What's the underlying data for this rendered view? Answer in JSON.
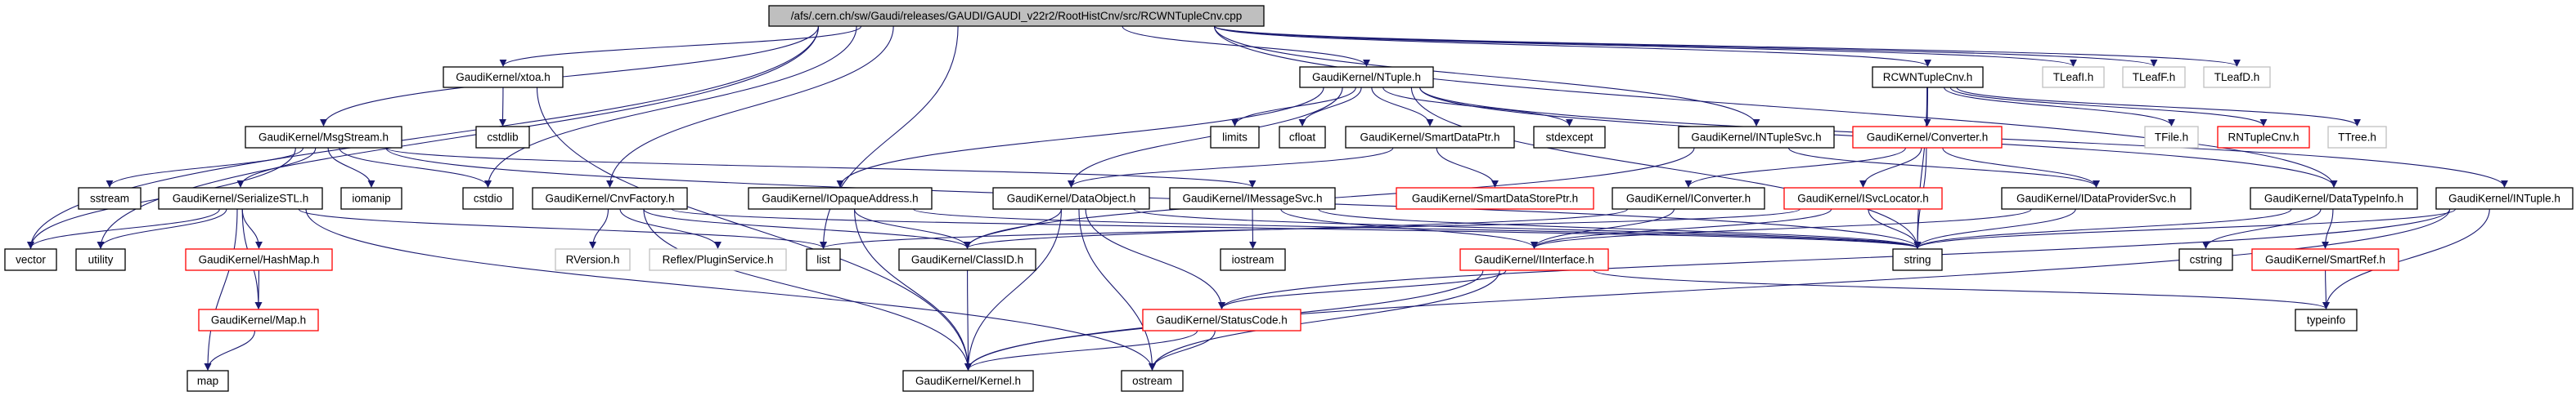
{
  "graph": {
    "edge_color": "#191970",
    "style_colors": {
      "root_fill": "#bfbfbf",
      "normal_border": "#000000",
      "truncated_border": "#ff0000",
      "undocumented_border": "#bfbfbf"
    },
    "nodes": [
      {
        "id": "root",
        "label": "/afs/.cern.ch/sw/Gaudi/releases/GAUDI/GAUDI_v22r2/RootHistCnv/src/RCWNTupleCnv.cpp",
        "style": "root"
      },
      {
        "id": "xtoa",
        "label": "GaudiKernel/xtoa.h",
        "style": "normal"
      },
      {
        "id": "NTuple",
        "label": "GaudiKernel/NTuple.h",
        "style": "normal"
      },
      {
        "id": "RCWNTupleCnv",
        "label": "RCWNTupleCnv.h",
        "style": "normal"
      },
      {
        "id": "TLeafI",
        "label": "TLeafI.h",
        "style": "undocumented"
      },
      {
        "id": "TLeafF",
        "label": "TLeafF.h",
        "style": "undocumented"
      },
      {
        "id": "TLeafD",
        "label": "TLeafD.h",
        "style": "undocumented"
      },
      {
        "id": "MsgStream",
        "label": "GaudiKernel/MsgStream.h",
        "style": "normal"
      },
      {
        "id": "cstdlib",
        "label": "cstdlib",
        "style": "normal"
      },
      {
        "id": "limits",
        "label": "limits",
        "style": "normal"
      },
      {
        "id": "cfloat",
        "label": "cfloat",
        "style": "normal"
      },
      {
        "id": "SmartDataPtr",
        "label": "GaudiKernel/SmartDataPtr.h",
        "style": "normal"
      },
      {
        "id": "stdexcept",
        "label": "stdexcept",
        "style": "normal"
      },
      {
        "id": "INTupleSvc",
        "label": "GaudiKernel/INTupleSvc.h",
        "style": "normal"
      },
      {
        "id": "Converter",
        "label": "GaudiKernel/Converter.h",
        "style": "truncated"
      },
      {
        "id": "TFile",
        "label": "TFile.h",
        "style": "undocumented"
      },
      {
        "id": "RNTupleCnv",
        "label": "RNTupleCnv.h",
        "style": "truncated"
      },
      {
        "id": "TTree",
        "label": "TTree.h",
        "style": "undocumented"
      },
      {
        "id": "sstream",
        "label": "sstream",
        "style": "normal"
      },
      {
        "id": "SerializeSTL",
        "label": "GaudiKernel/SerializeSTL.h",
        "style": "normal"
      },
      {
        "id": "iomanip",
        "label": "iomanip",
        "style": "normal"
      },
      {
        "id": "cstdio",
        "label": "cstdio",
        "style": "normal"
      },
      {
        "id": "CnvFactory",
        "label": "GaudiKernel/CnvFactory.h",
        "style": "normal"
      },
      {
        "id": "IOpaqueAddress",
        "label": "GaudiKernel/IOpaqueAddress.h",
        "style": "normal"
      },
      {
        "id": "DataObject",
        "label": "GaudiKernel/DataObject.h",
        "style": "normal"
      },
      {
        "id": "IMessageSvc",
        "label": "GaudiKernel/IMessageSvc.h",
        "style": "normal"
      },
      {
        "id": "SmartDataStorePtr",
        "label": "GaudiKernel/SmartDataStorePtr.h",
        "style": "truncated"
      },
      {
        "id": "IConverter",
        "label": "GaudiKernel/IConverter.h",
        "style": "normal"
      },
      {
        "id": "ISvcLocator",
        "label": "GaudiKernel/ISvcLocator.h",
        "style": "truncated"
      },
      {
        "id": "IDataProviderSvc",
        "label": "GaudiKernel/IDataProviderSvc.h",
        "style": "normal"
      },
      {
        "id": "DataTypeInfo",
        "label": "GaudiKernel/DataTypeInfo.h",
        "style": "normal"
      },
      {
        "id": "INTuple",
        "label": "GaudiKernel/INTuple.h",
        "style": "normal"
      },
      {
        "id": "vector",
        "label": "vector",
        "style": "normal"
      },
      {
        "id": "utility",
        "label": "utility",
        "style": "normal"
      },
      {
        "id": "HashMap",
        "label": "GaudiKernel/HashMap.h",
        "style": "truncated"
      },
      {
        "id": "RVersion",
        "label": "RVersion.h",
        "style": "undocumented"
      },
      {
        "id": "Reflex",
        "label": "Reflex/PluginService.h",
        "style": "undocumented"
      },
      {
        "id": "list",
        "label": "list",
        "style": "normal"
      },
      {
        "id": "ClassID",
        "label": "GaudiKernel/ClassID.h",
        "style": "normal"
      },
      {
        "id": "iostream",
        "label": "iostream",
        "style": "normal"
      },
      {
        "id": "IInterface",
        "label": "GaudiKernel/IInterface.h",
        "style": "truncated"
      },
      {
        "id": "string",
        "label": "string",
        "style": "normal"
      },
      {
        "id": "cstring",
        "label": "cstring",
        "style": "normal"
      },
      {
        "id": "SmartRef",
        "label": "GaudiKernel/SmartRef.h",
        "style": "truncated"
      },
      {
        "id": "Map",
        "label": "GaudiKernel/Map.h",
        "style": "truncated"
      },
      {
        "id": "StatusCode",
        "label": "GaudiKernel/StatusCode.h",
        "style": "truncated"
      },
      {
        "id": "typeinfo",
        "label": "typeinfo",
        "style": "normal"
      },
      {
        "id": "map",
        "label": "map",
        "style": "normal"
      },
      {
        "id": "Kernel",
        "label": "GaudiKernel/Kernel.h",
        "style": "normal"
      },
      {
        "id": "ostream",
        "label": "ostream",
        "style": "normal"
      }
    ],
    "edges": [
      [
        "root",
        "vector"
      ],
      [
        "root",
        "utility"
      ],
      [
        "root",
        "MsgStream"
      ],
      [
        "root",
        "xtoa"
      ],
      [
        "root",
        "cstdio"
      ],
      [
        "root",
        "CnvFactory"
      ],
      [
        "root",
        "list"
      ],
      [
        "root",
        "NTuple"
      ],
      [
        "root",
        "INTupleSvc"
      ],
      [
        "root",
        "RCWNTupleCnv"
      ],
      [
        "root",
        "TLeafI"
      ],
      [
        "root",
        "TLeafF"
      ],
      [
        "root",
        "TLeafD"
      ],
      [
        "root",
        "DataTypeInfo"
      ],
      [
        "xtoa",
        "cstdlib"
      ],
      [
        "xtoa",
        "Kernel"
      ],
      [
        "MsgStream",
        "vector"
      ],
      [
        "MsgStream",
        "sstream"
      ],
      [
        "MsgStream",
        "SerializeSTL"
      ],
      [
        "MsgStream",
        "iomanip"
      ],
      [
        "MsgStream",
        "cstdio"
      ],
      [
        "MsgStream",
        "string"
      ],
      [
        "MsgStream",
        "IMessageSvc"
      ],
      [
        "SerializeSTL",
        "vector"
      ],
      [
        "SerializeSTL",
        "utility"
      ],
      [
        "SerializeSTL",
        "map"
      ],
      [
        "SerializeSTL",
        "HashMap"
      ],
      [
        "SerializeSTL",
        "Map"
      ],
      [
        "SerializeSTL",
        "list"
      ],
      [
        "SerializeSTL",
        "ostream"
      ],
      [
        "HashMap",
        "Map"
      ],
      [
        "Map",
        "map"
      ],
      [
        "CnvFactory",
        "RVersion"
      ],
      [
        "CnvFactory",
        "Reflex"
      ],
      [
        "CnvFactory",
        "ClassID"
      ],
      [
        "CnvFactory",
        "Kernel"
      ],
      [
        "CnvFactory",
        "string"
      ],
      [
        "NTuple",
        "limits"
      ],
      [
        "NTuple",
        "cfloat"
      ],
      [
        "NTuple",
        "SmartDataPtr"
      ],
      [
        "NTuple",
        "stdexcept"
      ],
      [
        "NTuple",
        "IOpaqueAddress"
      ],
      [
        "NTuple",
        "DataObject"
      ],
      [
        "NTuple",
        "INTuple"
      ],
      [
        "NTuple",
        "DataTypeInfo"
      ],
      [
        "NTuple",
        "string"
      ],
      [
        "SmartDataPtr",
        "DataObject"
      ],
      [
        "SmartDataPtr",
        "SmartDataStorePtr"
      ],
      [
        "INTupleSvc",
        "IDataProviderSvc"
      ],
      [
        "INTupleSvc",
        "ClassID"
      ],
      [
        "IOpaqueAddress",
        "ClassID"
      ],
      [
        "IOpaqueAddress",
        "Kernel"
      ],
      [
        "IOpaqueAddress",
        "string"
      ],
      [
        "DataObject",
        "ClassID"
      ],
      [
        "DataObject",
        "Kernel"
      ],
      [
        "DataObject",
        "StatusCode"
      ],
      [
        "DataObject",
        "ostream"
      ],
      [
        "DataObject",
        "string"
      ],
      [
        "IMessageSvc",
        "iostream"
      ],
      [
        "IMessageSvc",
        "IInterface"
      ],
      [
        "IMessageSvc",
        "string"
      ],
      [
        "ClassID",
        "Kernel"
      ],
      [
        "IInterface",
        "StatusCode"
      ],
      [
        "IInterface",
        "Kernel"
      ],
      [
        "IInterface",
        "ostream"
      ],
      [
        "IInterface",
        "typeinfo"
      ],
      [
        "StatusCode",
        "Kernel"
      ],
      [
        "StatusCode",
        "ostream"
      ],
      [
        "RCWNTupleCnv",
        "Converter"
      ],
      [
        "RCWNTupleCnv",
        "TFile"
      ],
      [
        "RCWNTupleCnv",
        "RNTupleCnv"
      ],
      [
        "RCWNTupleCnv",
        "TTree"
      ],
      [
        "RCWNTupleCnv",
        "string"
      ],
      [
        "Converter",
        "IConverter"
      ],
      [
        "Converter",
        "ISvcLocator"
      ],
      [
        "Converter",
        "IDataProviderSvc"
      ],
      [
        "Converter",
        "string"
      ],
      [
        "IConverter",
        "IInterface"
      ],
      [
        "IConverter",
        "ClassID"
      ],
      [
        "ISvcLocator",
        "IInterface"
      ],
      [
        "ISvcLocator",
        "string"
      ],
      [
        "ISvcLocator",
        "list"
      ],
      [
        "IDataProviderSvc",
        "IInterface"
      ],
      [
        "IDataProviderSvc",
        "string"
      ],
      [
        "DataTypeInfo",
        "cstring"
      ],
      [
        "DataTypeInfo",
        "SmartRef"
      ],
      [
        "DataTypeInfo",
        "string"
      ],
      [
        "SmartRef",
        "typeinfo"
      ],
      [
        "INTuple",
        "string"
      ],
      [
        "INTuple",
        "typeinfo"
      ],
      [
        "INTuple",
        "StatusCode"
      ],
      [
        "INTuple",
        "Kernel"
      ]
    ]
  }
}
